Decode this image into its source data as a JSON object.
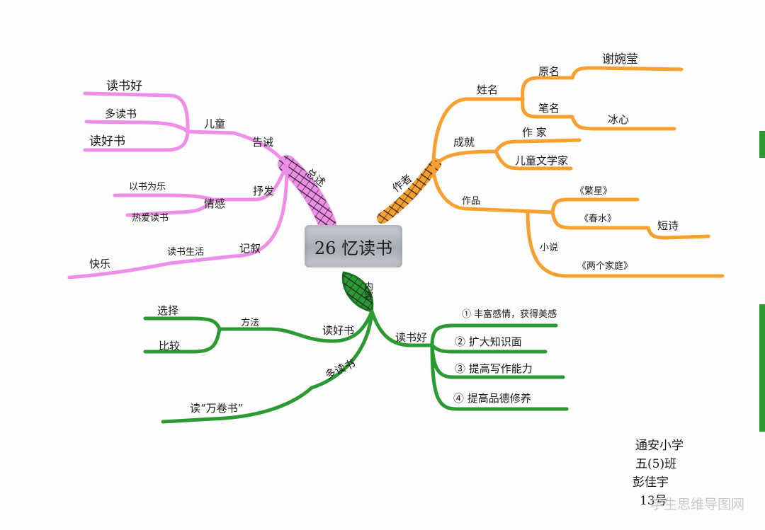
{
  "title": "26 忆读书",
  "colors": {
    "author": "#f7a030",
    "author_dark": "#e8861a",
    "summary": "#ef8ee9",
    "summary_dark": "#e36fe0",
    "content": "#2a9a31",
    "content_dark": "#17781f",
    "center": "#b8bcc2"
  },
  "author_branch": {
    "label": "作者",
    "name": {
      "label": "姓名",
      "original": "原名",
      "original_value": "谢婉莹",
      "pen": "笔名",
      "pen_value": "冰心"
    },
    "achievement": {
      "label": "成就",
      "items": [
        "作 家",
        "儿童文学家"
      ]
    },
    "works": {
      "label": "作品",
      "poems": [
        "《繁星》",
        "《春水》"
      ],
      "poem_type": "短诗",
      "novel_type": "小说",
      "novel": "《两个家庭》"
    }
  },
  "summary_branch": {
    "label": "总述",
    "advice": {
      "label": "告诫",
      "group": "儿童",
      "items": [
        "读书好",
        "多读书",
        "读好书"
      ]
    },
    "express": {
      "label": "抒发",
      "group": "情感",
      "items": [
        "以书为乐",
        "热爱读书"
      ]
    },
    "record": {
      "label": "记叙",
      "group": "读书生活",
      "items": [
        "快乐"
      ]
    }
  },
  "content_branch": {
    "label": "内容",
    "good_books": {
      "label": "读好书",
      "method": "方法",
      "items": [
        "选择",
        "比较"
      ]
    },
    "many_books": {
      "label": "多读书",
      "items": [
        "读“万卷书”"
      ]
    },
    "benefits": {
      "label": "读书好",
      "items": [
        "① 丰富感情，获得美感",
        "② 扩大知识面",
        "③ 提高写作能力",
        "④ 提高品德修养"
      ]
    }
  },
  "signature": {
    "lines": [
      "通安小学",
      "五(5)班",
      "彭佳宇",
      "13号"
    ]
  },
  "watermark": "学生思维导图网"
}
